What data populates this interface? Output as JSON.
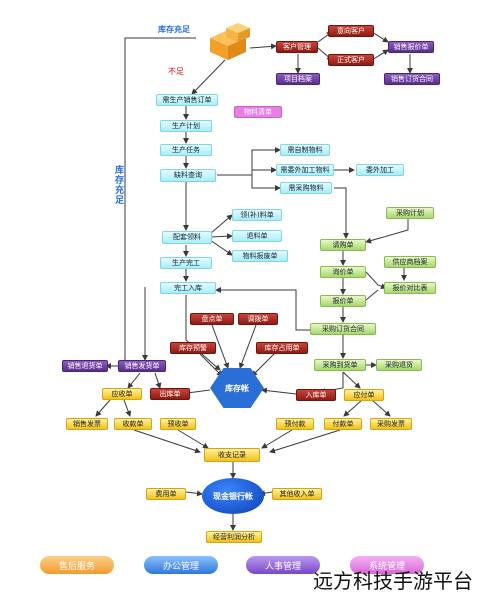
{
  "labels": {
    "stock_short": "库存充足",
    "stock_short_vertical": "库存充足",
    "insufficient": "不足"
  },
  "nodes": {
    "intent_customer": "意向客户",
    "customer_mgmt": "客户管理",
    "sales_quote": "销售报价单",
    "formal_customer": "正式客户",
    "project_archive": "项目档案",
    "sales_contract": "销售订货合同",
    "production_sales_order": "需生产销售订单",
    "material_list": "物料清单",
    "production_plan": "生产计划",
    "production_task": "生产任务",
    "material_query": "缺料查询",
    "self_made_material": "需自制物料",
    "outsourced_material": "需委外加工物料",
    "outsource_processing": "委外加工",
    "purchase_material": "需采购物料",
    "purchase_plan": "采购计划",
    "supplement_order": "领(补)料单",
    "material_issue": "配套领料",
    "return_order": "退料单",
    "scrap_order": "物料报废单",
    "request_order": "请购单",
    "supplier_archive": "供应商档案",
    "inquiry_order": "询价单",
    "quote_order": "报价单",
    "quote_compare": "报价对比表",
    "production_complete": "生产完工",
    "complete_stock_in": "完工入库",
    "purchase_contract": "采购订货合同",
    "check_order": "盘点单",
    "transfer_order": "调拨单",
    "stock_warning": "库存预警",
    "stock_usage": "库存占用单",
    "purchase_arrival": "采购到货单",
    "purchase_return": "采购退货",
    "sales_return": "销售退货单",
    "sales_delivery": "销售发货单",
    "inventory_ledger": "库存帐",
    "receivable": "应收单",
    "stock_out": "出库单",
    "stock_in": "入库单",
    "payable": "应付单",
    "sales_invoice": "销售发票",
    "receipt_order": "收款单",
    "advance_receipt": "预收单",
    "prepayment": "预付款",
    "payment_order": "付款单",
    "purchase_invoice": "采购发票",
    "income_expense": "收支记录",
    "expense_order": "费用单",
    "cash_bank_ledger": "现金银行帐",
    "other_income": "其他收入单",
    "profit_analysis": "经营利润分析"
  },
  "modules": {
    "after_sales": "售后服务",
    "office": "办公管理",
    "hr": "人事管理",
    "system": "系统管理"
  },
  "watermark": "远方科技手游平台",
  "colors": {
    "flow_line": "#3a3a3a",
    "cyan": "#a8eef8",
    "green": "#a6d86a",
    "red": "#8e1c14",
    "purple": "#5a2f8a",
    "yellow": "#f2c21a",
    "hub_blue": "#2a6fd6",
    "module_after_sales": "#f6a84a",
    "module_office": "#4a8fe0",
    "module_hr": "#8a5ad0",
    "module_system": "#e07fe0"
  }
}
